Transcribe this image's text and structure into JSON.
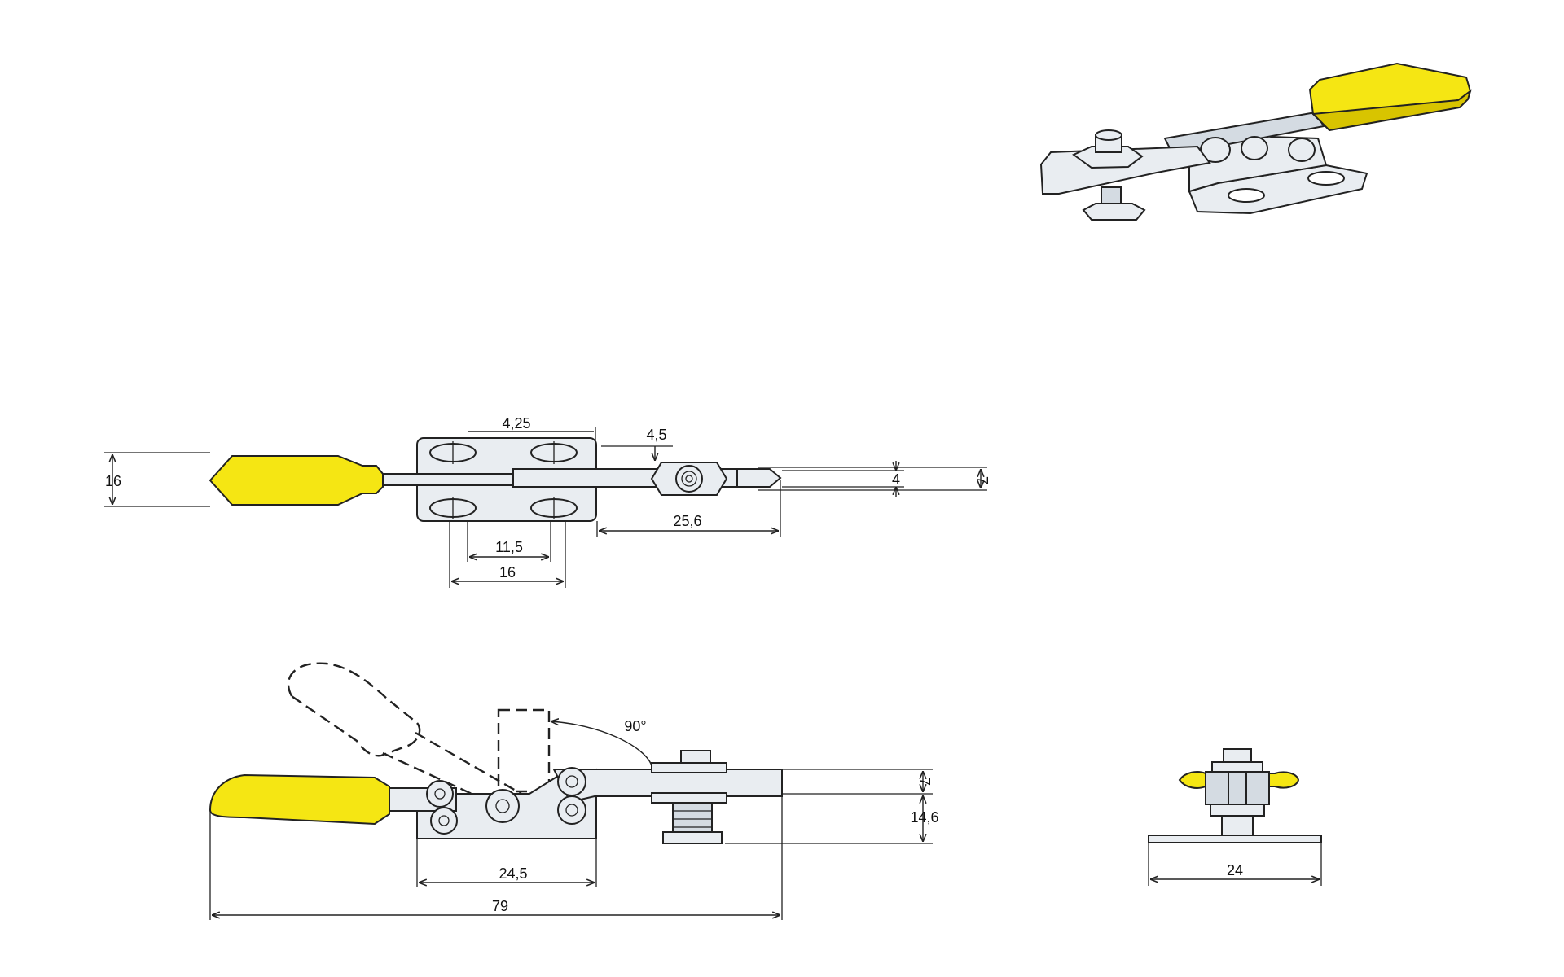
{
  "colors": {
    "handle_yellow": "#f5e613",
    "handle_shade": "#d8c400",
    "metal_light": "#e9edf1",
    "metal_mid": "#c3ccd6",
    "line": "#222222"
  },
  "dimensions": {
    "top_view": {
      "hole_pitch_top": "4,25",
      "offset_right": "4,5",
      "height_left": "16",
      "spindle_width_outer": "7",
      "spindle_width_inner": "4",
      "spindle_reach": "25,6",
      "hole_spacing": "11,5",
      "base_width": "16"
    },
    "side_view": {
      "open_angle": "90°",
      "spindle_offset": "7",
      "spindle_height": "14,6",
      "base_length": "24,5",
      "overall_length": "79"
    },
    "end_view": {
      "base_width": "24"
    }
  }
}
